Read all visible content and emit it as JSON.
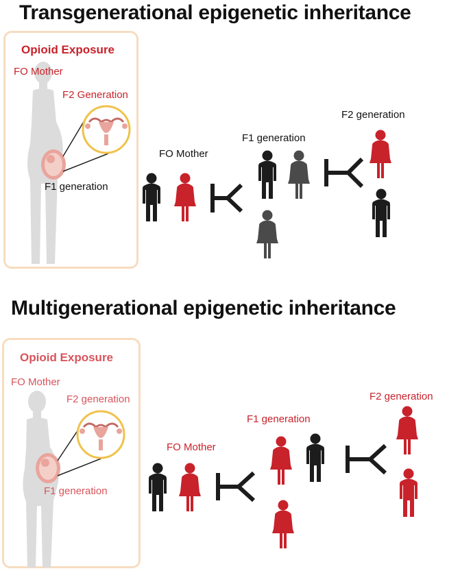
{
  "colors": {
    "red": "#c8222b",
    "light_red": "#d8545b",
    "black": "#1c1c1c",
    "gray": "#4a4a4a",
    "silhouette": "#dcdcdc",
    "panel_border": "#f7dcc0",
    "uterus": "#e9a49c",
    "zoom_ring": "#f0c24c"
  },
  "trans": {
    "title": "Transgenerational epigenetic inheritance",
    "exposure": "Opioid Exposure",
    "panel_mother": "FO Mother",
    "panel_f2": "F2  Generation",
    "panel_f1": "F1  generation",
    "label_mother": "FO Mother",
    "label_f1": "F1  generation",
    "label_f2": "F2  generation",
    "figures": [
      {
        "id": "mother-male",
        "sex": "male",
        "color": "black"
      },
      {
        "id": "mother-female",
        "sex": "female",
        "color": "red"
      },
      {
        "id": "f1-male",
        "sex": "male",
        "color": "black"
      },
      {
        "id": "f1-female-top",
        "sex": "female",
        "color": "gray"
      },
      {
        "id": "f1-female-bottom",
        "sex": "female",
        "color": "gray"
      },
      {
        "id": "f2-female",
        "sex": "female",
        "color": "red"
      },
      {
        "id": "f2-male",
        "sex": "male",
        "color": "black"
      }
    ]
  },
  "multi": {
    "title": "Multigenerational epigenetic inheritance",
    "exposure": "Opioid Exposure",
    "panel_mother": "FO Mother",
    "panel_f2": "F2  generation",
    "panel_f1": "F1  generation",
    "label_mother": "FO Mother",
    "label_f1": "F1  generation",
    "label_f2": "F2  generation",
    "figures": [
      {
        "id": "mother-male",
        "sex": "male",
        "color": "black"
      },
      {
        "id": "mother-female",
        "sex": "female",
        "color": "red"
      },
      {
        "id": "f1-female-top",
        "sex": "female",
        "color": "red"
      },
      {
        "id": "f1-male",
        "sex": "male",
        "color": "black"
      },
      {
        "id": "f1-female-bottom",
        "sex": "female",
        "color": "red"
      },
      {
        "id": "f2-female",
        "sex": "female",
        "color": "red"
      },
      {
        "id": "f2-male",
        "sex": "male",
        "color": "red"
      }
    ]
  }
}
